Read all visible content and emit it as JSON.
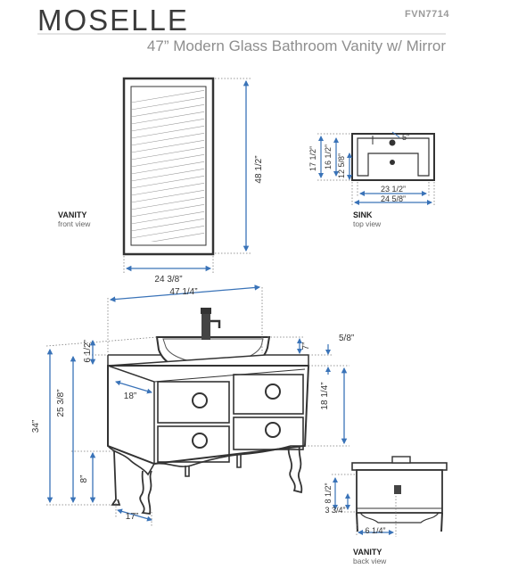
{
  "header": {
    "brand": "MOSELLE",
    "model": "FVN7714",
    "subtitle": "47” Modern Glass Bathroom Vanity w/ Mirror"
  },
  "views": {
    "front": {
      "title": "VANITY",
      "subtitle": "front view"
    },
    "sink_top": {
      "title": "SINK",
      "subtitle": "top view"
    },
    "back": {
      "title": "VANITY",
      "subtitle": "back view"
    }
  },
  "dimensions": {
    "mirror_height": "48 1/2”",
    "mirror_width": "24 3/8”",
    "sink_depth_outer": "17 1/2”",
    "sink_depth_inner": "16 1/2”",
    "sink_depth_bowl": "12 5/8”",
    "sink_offset": "5”",
    "sink_width_inner": "23 1/2”",
    "sink_width_outer": "24 5/8”",
    "vanity_width": "47 1/4”",
    "sink_height_above": "6 1/2”",
    "faucet_height": "7”",
    "top_thickness": "5/8”",
    "cabinet_height": "18 1/4”",
    "height_to_top": "25 3/8”",
    "total_height": "34”",
    "drawer_width": "18”",
    "leg_height": "8”",
    "depth": "17”",
    "back_drain_height": "8 1/2”",
    "back_pipe_height": "3 3/4”",
    "back_pipe_offset": "6 1/4”"
  },
  "colors": {
    "line": "#333333",
    "dim": "#3a73b8",
    "dotted": "#7a7a7a"
  }
}
